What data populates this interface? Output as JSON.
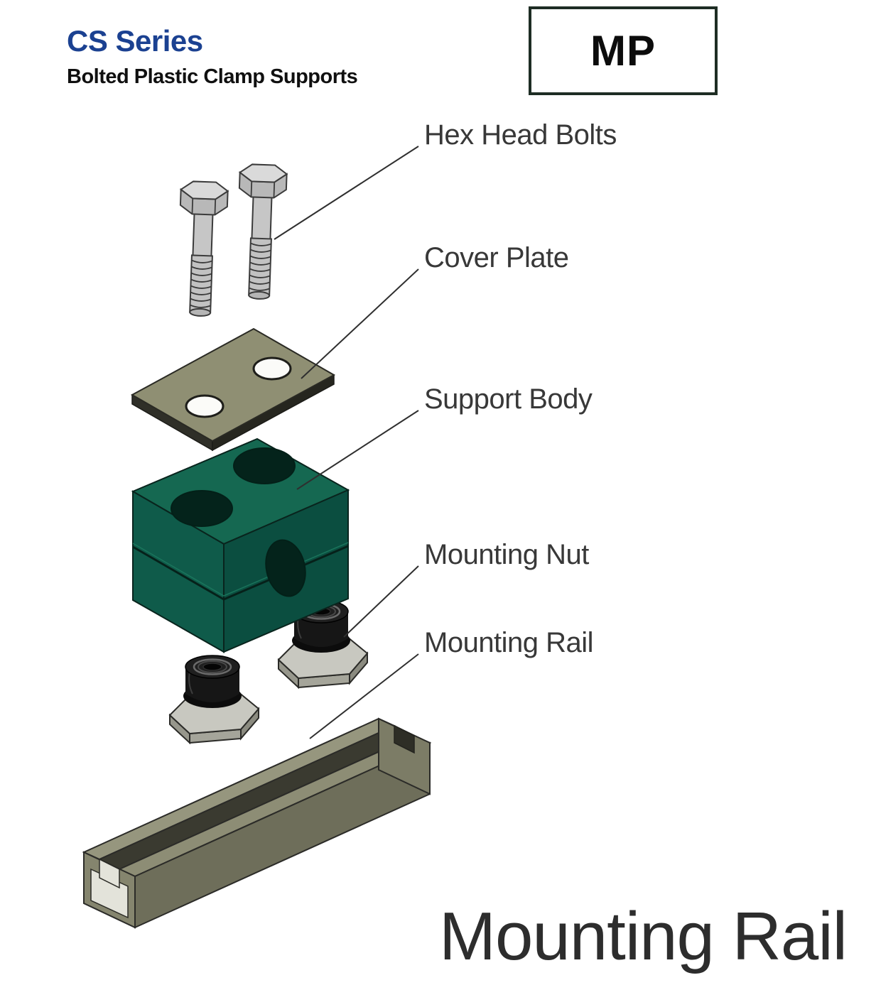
{
  "header": {
    "series_title": "CS Series",
    "series_subtitle": "Bolted Plastic Clamp Supports",
    "model_badge": "MP"
  },
  "callouts": [
    {
      "id": "hex-head-bolts",
      "label": "Hex Head Bolts"
    },
    {
      "id": "cover-plate",
      "label": "Cover Plate"
    },
    {
      "id": "support-body",
      "label": "Support Body"
    },
    {
      "id": "mounting-nut",
      "label": "Mounting Nut"
    },
    {
      "id": "mounting-rail",
      "label": "Mounting Rail"
    }
  ],
  "section_footer": {
    "title": "Mounting Rail"
  },
  "diagram": {
    "parts": [
      "hex-head-bolts",
      "cover-plate",
      "support-body",
      "mounting-nuts",
      "mounting-rail"
    ],
    "colors": {
      "support_body": "#0f5b4a",
      "cover_plate": "#8f8f73",
      "mounting_rail": "#8d8d75",
      "bolt_metal": "#c6c6c6",
      "nut_black": "#161616",
      "nut_base": "#c8c8c0",
      "outline": "#2b2b28"
    }
  },
  "colors": {
    "series_title": "#1b4191",
    "subtitle": "#101010",
    "label_text": "#383838",
    "badge_border": "#1e2d24",
    "footer_text": "#2d2d2d",
    "leader_line": "#2f2f2f"
  }
}
